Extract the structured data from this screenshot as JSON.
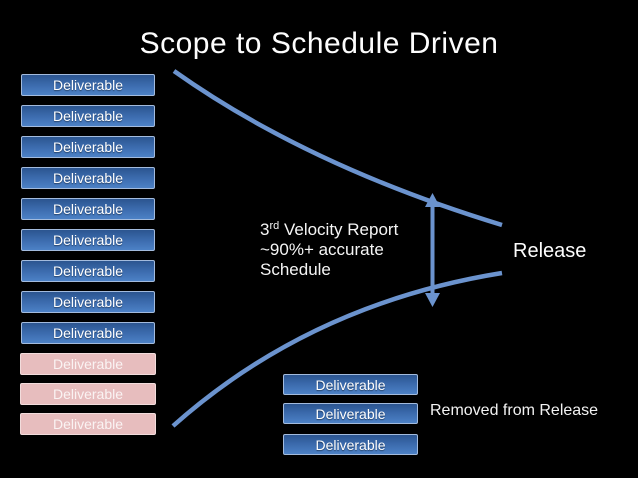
{
  "slide": {
    "title": "Scope to Schedule Driven"
  },
  "left_column": {
    "items": [
      {
        "label": "Deliverable",
        "variant": "blue"
      },
      {
        "label": "Deliverable",
        "variant": "blue"
      },
      {
        "label": "Deliverable",
        "variant": "blue"
      },
      {
        "label": "Deliverable",
        "variant": "blue"
      },
      {
        "label": "Deliverable",
        "variant": "blue"
      },
      {
        "label": "Deliverable",
        "variant": "blue"
      },
      {
        "label": "Deliverable",
        "variant": "blue"
      },
      {
        "label": "Deliverable",
        "variant": "blue"
      },
      {
        "label": "Deliverable",
        "variant": "blue"
      },
      {
        "label": "Deliverable",
        "variant": "pink"
      },
      {
        "label": "Deliverable",
        "variant": "pink"
      },
      {
        "label": "Deliverable",
        "variant": "pink"
      }
    ]
  },
  "annotation": {
    "line1_base": "3",
    "line1_superscript": "rd",
    "line1_rest": " Velocity Report",
    "line2": "~90%+ accurate",
    "line3": "Schedule"
  },
  "release_label": "Release",
  "removed": {
    "label": "Removed from Release",
    "items": [
      {
        "label": "Deliverable",
        "variant": "blue"
      },
      {
        "label": "Deliverable",
        "variant": "blue"
      },
      {
        "label": "Deliverable",
        "variant": "blue"
      }
    ]
  },
  "colors": {
    "background": "#000000",
    "curve_blue": "#6b93ce",
    "box_blue_top": "#2b5590",
    "box_blue_bottom": "#4c81c6",
    "box_blue_border": "#a3bbdd",
    "box_pink_fill": "#e7bdbe",
    "box_pink_border": "#f2dcdc",
    "text_white": "#fdfdfd"
  }
}
